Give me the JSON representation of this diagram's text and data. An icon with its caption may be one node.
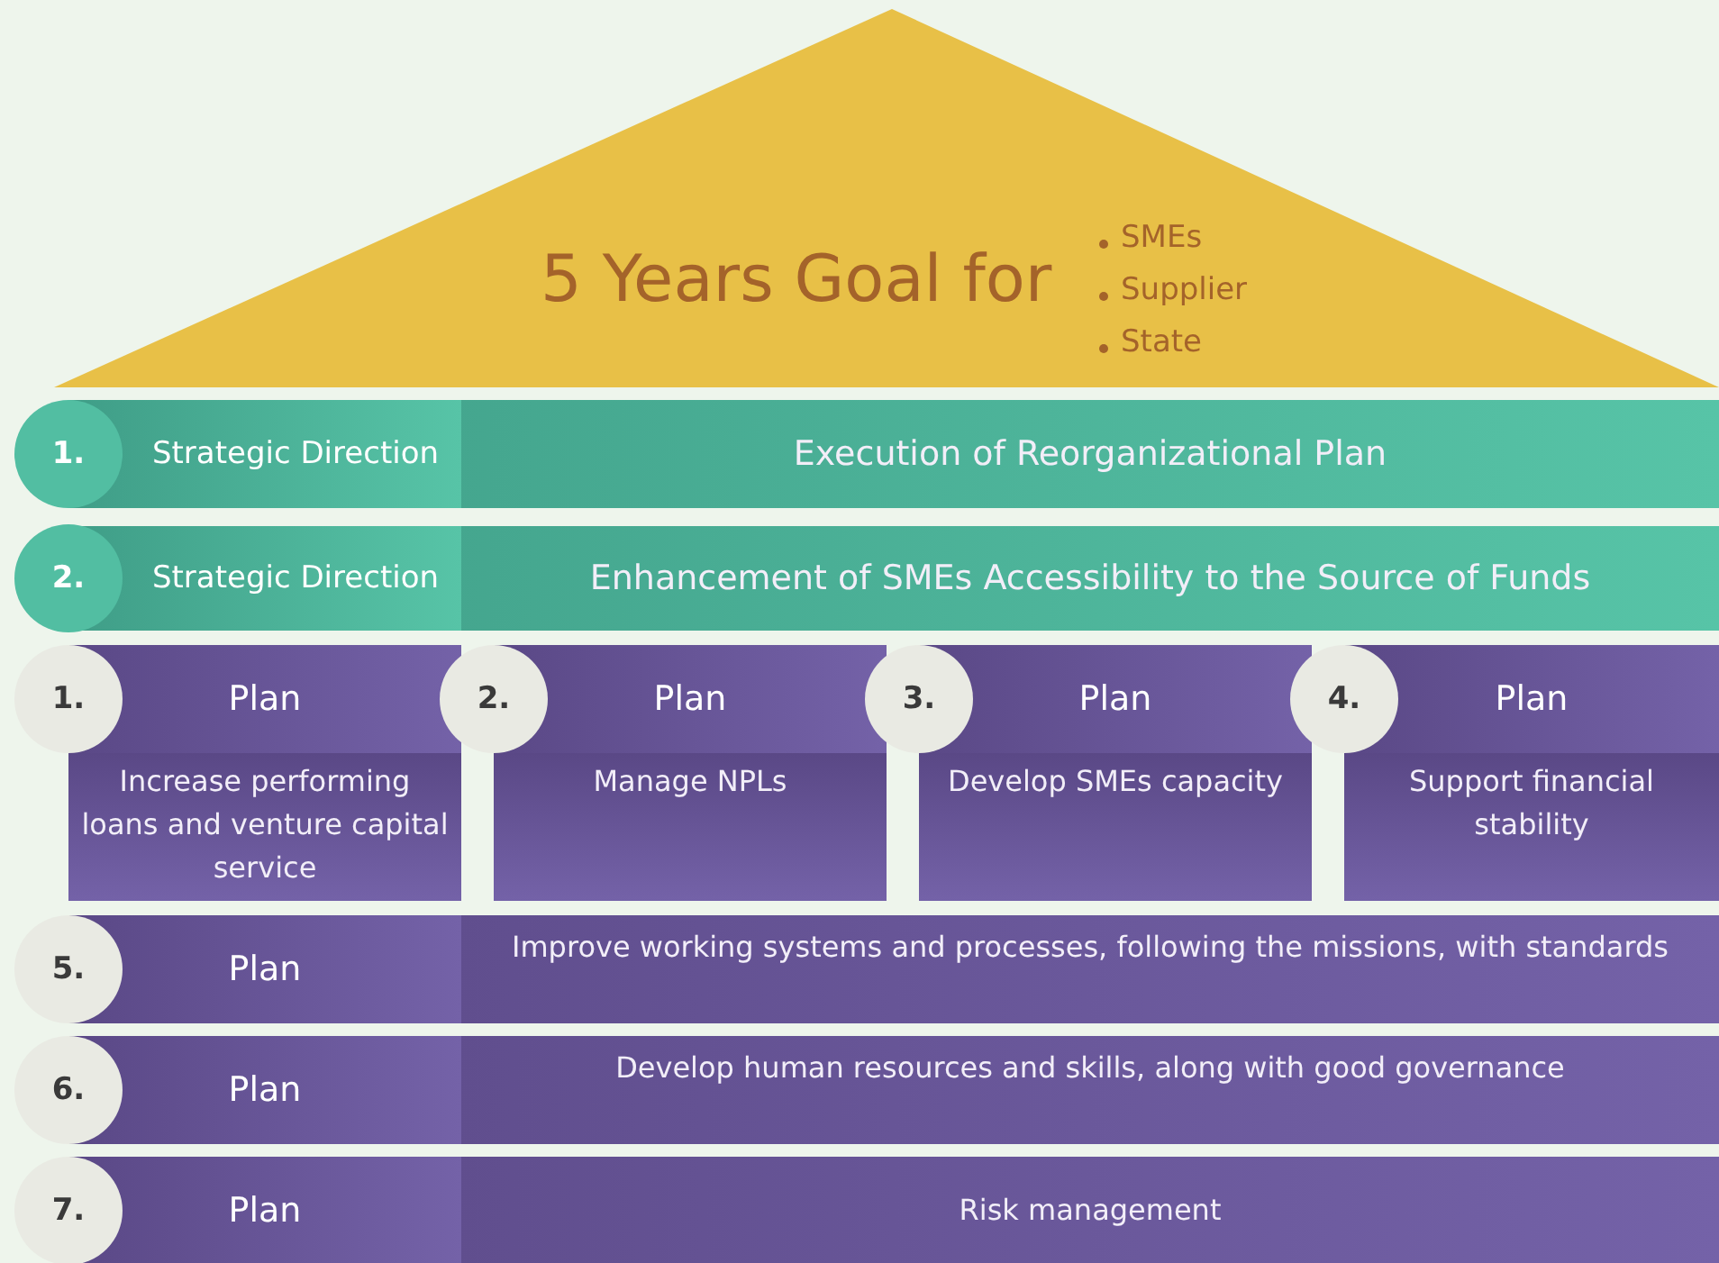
{
  "diagram": {
    "nodes": [
      {
        "text": [
          "5 Years Goal for",
          "SMEs",
          "Supplier",
          "State"
        ]
      },
      {
        "text": [
          "1.",
          "Strategic Direction",
          "Execution of Reorganizational Plan"
        ]
      },
      {
        "text": [
          "2.",
          "Strategic Direction",
          "Enhancement of SMEs Accessibility to the Source of Funds"
        ]
      },
      {
        "text": [
          "1.",
          "Plan",
          "Increase performing loans and venture capital service"
        ]
      },
      {
        "text": [
          "2.",
          "Plan",
          "Manage NPLs"
        ]
      },
      {
        "text": [
          "3.",
          "Plan",
          "Develop SMEs capacity"
        ]
      },
      {
        "text": [
          "4.",
          "Plan",
          "Support financial stability"
        ]
      },
      {
        "text": [
          "5.",
          "Plan",
          "Improve working systems and processes, following the missions, with standards"
        ]
      },
      {
        "text": [
          "6.",
          "Plan",
          "Develop human resources and skills, along with good governance"
        ]
      },
      {
        "text": [
          "7.",
          "Plan",
          "Risk management"
        ]
      }
    ]
  }
}
